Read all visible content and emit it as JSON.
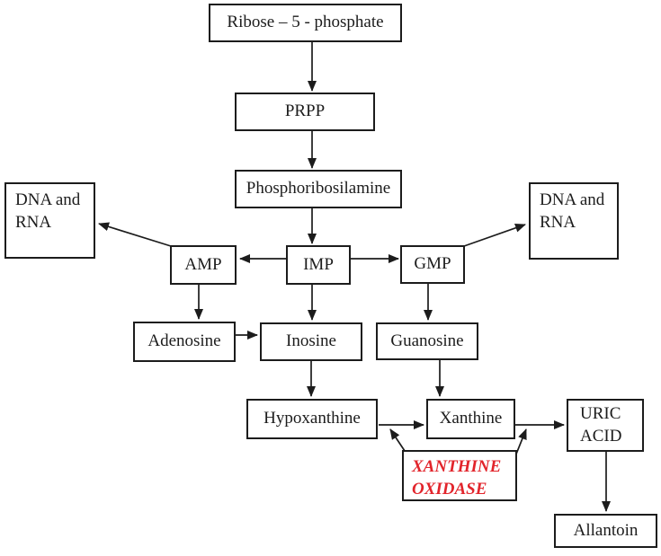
{
  "colors": {
    "background": "#ffffff",
    "box_border": "#1c1c1c",
    "text": "#1c1c1c",
    "enzyme_text": "#e2242b"
  },
  "nodes": {
    "ribose": {
      "label": "Ribose – 5 - phosphate"
    },
    "prpp": {
      "label": "PRPP"
    },
    "phosphoribosilamine": {
      "label": "Phosphoribosilamine"
    },
    "dna_rna_left": {
      "label": "DNA and\nRNA"
    },
    "amp": {
      "label": "AMP"
    },
    "imp": {
      "label": "IMP"
    },
    "gmp": {
      "label": "GMP"
    },
    "dna_rna_right": {
      "label": "DNA and\nRNA"
    },
    "adenosine": {
      "label": "Adenosine"
    },
    "inosine": {
      "label": "Inosine"
    },
    "guanosine": {
      "label": "Guanosine"
    },
    "hypoxanthine": {
      "label": "Hypoxanthine"
    },
    "xanthine": {
      "label": "Xanthine"
    },
    "uric_acid": {
      "label": "URIC\nACID"
    },
    "xanthine_oxidase": {
      "label": "XANTHINE\nOXIDASE"
    },
    "allantoin": {
      "label": "Allantoin"
    }
  },
  "edges": [
    {
      "from": "ribose",
      "to": "prpp"
    },
    {
      "from": "prpp",
      "to": "phosphoribosilamine"
    },
    {
      "from": "phosphoribosilamine",
      "to": "imp"
    },
    {
      "from": "imp",
      "to": "amp"
    },
    {
      "from": "imp",
      "to": "gmp"
    },
    {
      "from": "amp",
      "to": "dna_rna_left"
    },
    {
      "from": "gmp",
      "to": "dna_rna_right"
    },
    {
      "from": "amp",
      "to": "adenosine"
    },
    {
      "from": "imp",
      "to": "inosine"
    },
    {
      "from": "gmp",
      "to": "guanosine"
    },
    {
      "from": "adenosine",
      "to": "inosine"
    },
    {
      "from": "inosine",
      "to": "hypoxanthine"
    },
    {
      "from": "guanosine",
      "to": "xanthine"
    },
    {
      "from": "hypoxanthine",
      "to": "xanthine"
    },
    {
      "from": "xanthine",
      "to": "uric_acid"
    },
    {
      "from": "uric_acid",
      "to": "allantoin"
    },
    {
      "from": "xanthine_oxidase",
      "to": "hypoxanthine-xanthine-reaction",
      "role": "catalyzes"
    },
    {
      "from": "xanthine_oxidase",
      "to": "xanthine-uric-acid-reaction",
      "role": "catalyzes"
    }
  ]
}
